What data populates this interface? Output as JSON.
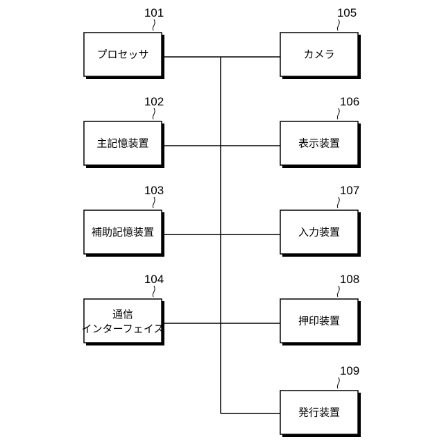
{
  "blocks": [
    {
      "id": "101",
      "ref": "101",
      "lines": [
        "プロセッサ"
      ]
    },
    {
      "id": "102",
      "ref": "102",
      "lines": [
        "主記憶装置"
      ]
    },
    {
      "id": "103",
      "ref": "103",
      "lines": [
        "補助記憶装置"
      ]
    },
    {
      "id": "104",
      "ref": "104",
      "lines": [
        "通信",
        "インターフェイス"
      ]
    },
    {
      "id": "105",
      "ref": "105",
      "lines": [
        "カメラ"
      ]
    },
    {
      "id": "106",
      "ref": "106",
      "lines": [
        "表示装置"
      ]
    },
    {
      "id": "107",
      "ref": "107",
      "lines": [
        "入力装置"
      ]
    },
    {
      "id": "108",
      "ref": "108",
      "lines": [
        "押印装置"
      ]
    },
    {
      "id": "109",
      "ref": "109",
      "lines": [
        "発行装置"
      ]
    }
  ]
}
